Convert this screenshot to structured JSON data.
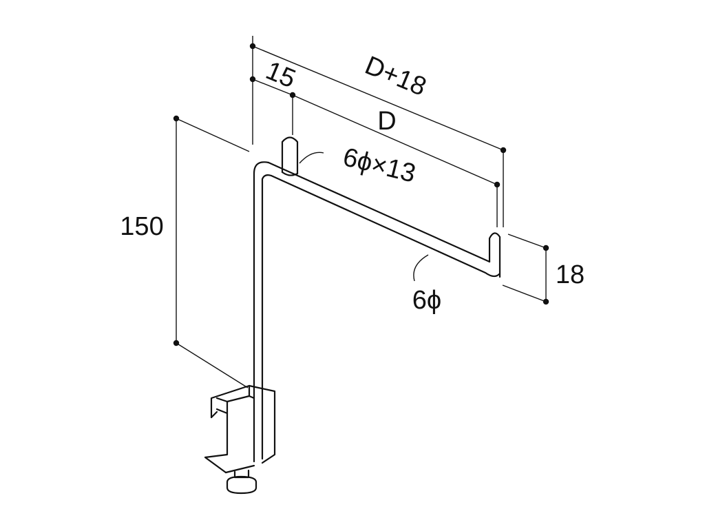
{
  "labels": {
    "overall_depth": "D+18",
    "offset": "15",
    "depth": "D",
    "pin_spec": "6ϕ×13",
    "height": "150",
    "hook_height": "18",
    "rod_diameter": "6ϕ"
  },
  "colors": {
    "line": "#111111",
    "background": "#ffffff"
  }
}
